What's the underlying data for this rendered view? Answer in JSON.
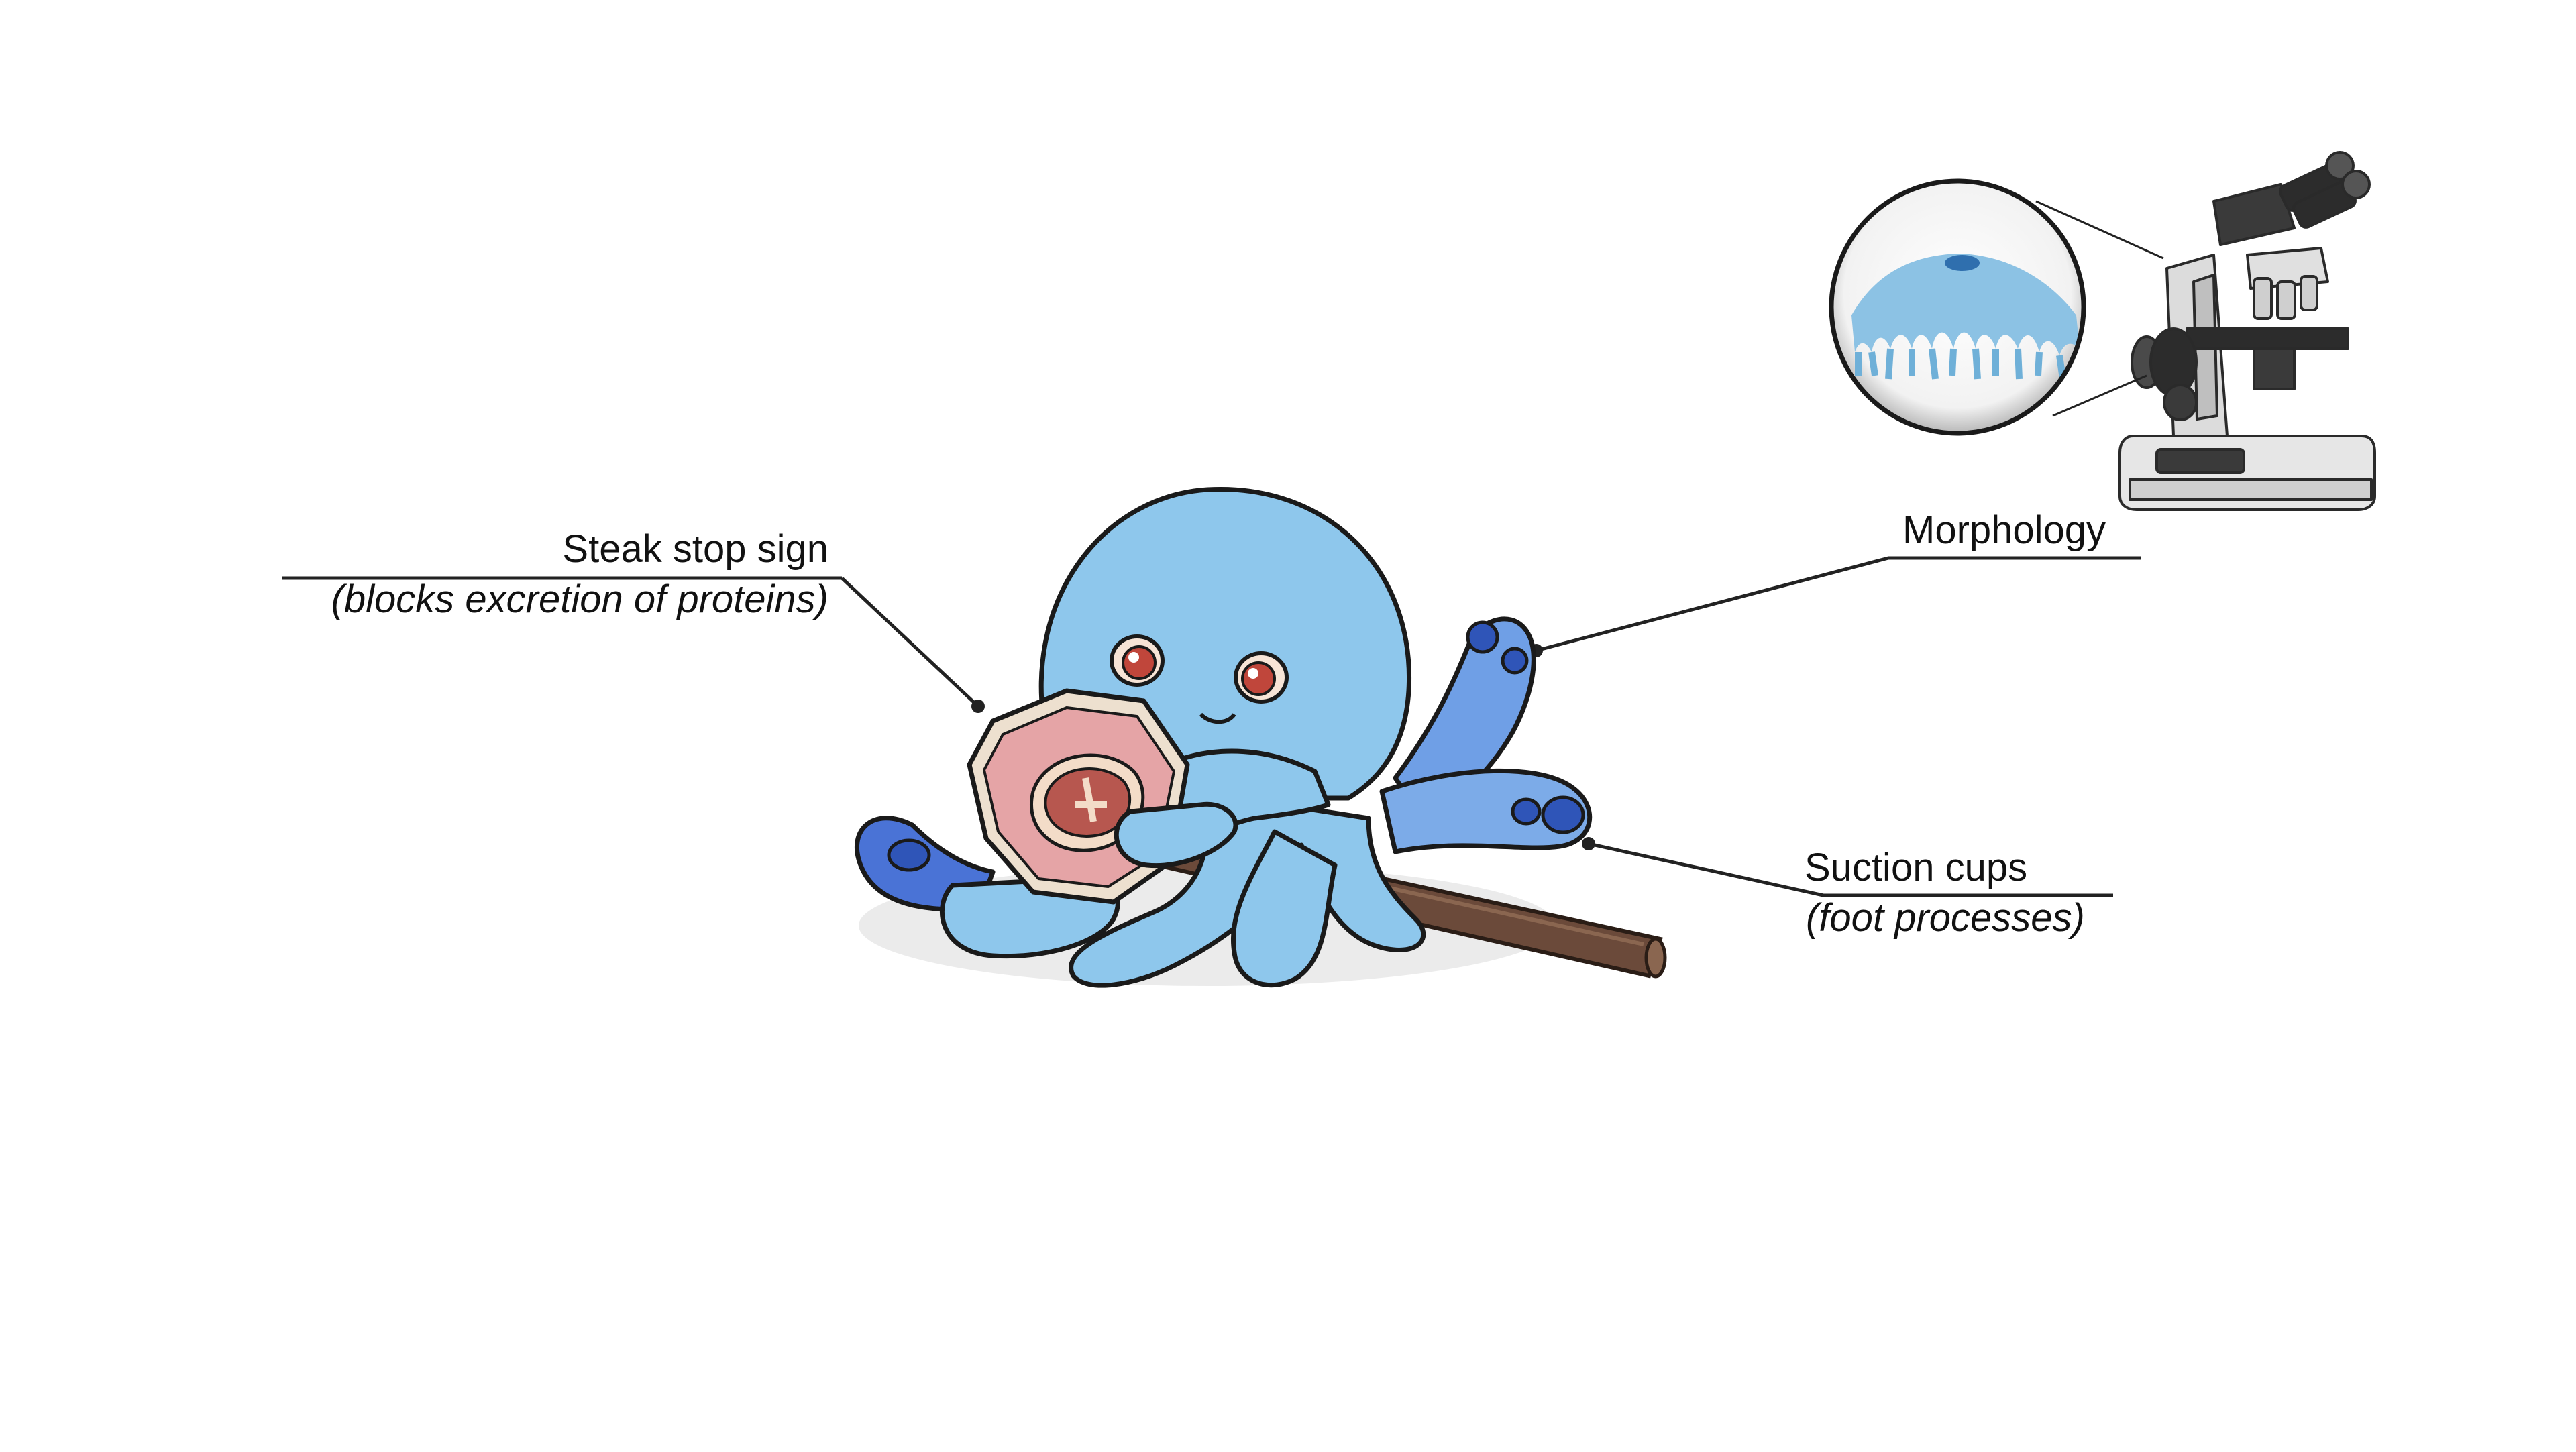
{
  "labels": {
    "steak_title": "Steak stop sign",
    "steak_sub": "(blocks excretion of proteins)",
    "morphology": "Morphology",
    "suction_title": "Suction cups",
    "suction_sub": "(foot processes)"
  },
  "colors": {
    "octopus_body": "#8ec7ec",
    "octopus_outline": "#111111",
    "tentacle_dark": "#4a73d6",
    "suction_cup": "#2f55b8",
    "eye_iris": "#c0463b",
    "stick": "#6b4a3a",
    "steak_sign_border": "#e8d9c7",
    "steak_sign_fill": "#e5a4a6",
    "steak_meat": "#b7574f",
    "podocyte_blue": "#6fb0d8",
    "microscope_body": "#dcdcdc",
    "microscope_dark": "#3a3a3a"
  },
  "icons": {
    "octopus": "octopus-illustration",
    "stop_sign": "steak-stop-sign-icon",
    "microscope": "microscope-icon",
    "magnifier": "magnified-view-icon"
  }
}
